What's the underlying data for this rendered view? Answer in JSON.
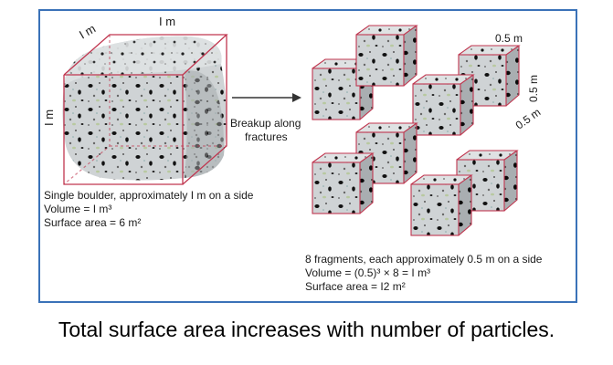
{
  "left_block": {
    "dim_top_left": "I m",
    "dim_top_right": "I m",
    "dim_side": "I m",
    "description": [
      "Single boulder, approximately I m on a side",
      "Volume = I m³",
      "Surface area = 6 m²"
    ]
  },
  "arrow": {
    "label_line1": "Breakup along",
    "label_line2": "fractures"
  },
  "right_block": {
    "dim_top": "0.5 m",
    "dim_side_vertical": "0.5 m",
    "dim_side_diagonal": "0.5 m",
    "description": [
      "8 fragments, each approximately 0.5 m on a side",
      "Volume = (0.5)³ × 8 = I m³",
      "Surface area = I2 m²"
    ]
  },
  "caption": "Total surface area increases with number of particles.",
  "colors": {
    "frame": "#3a72b8",
    "cube_edge": "#c0364f",
    "rock": "#c9cdcf",
    "rock_spots": "#111111"
  }
}
